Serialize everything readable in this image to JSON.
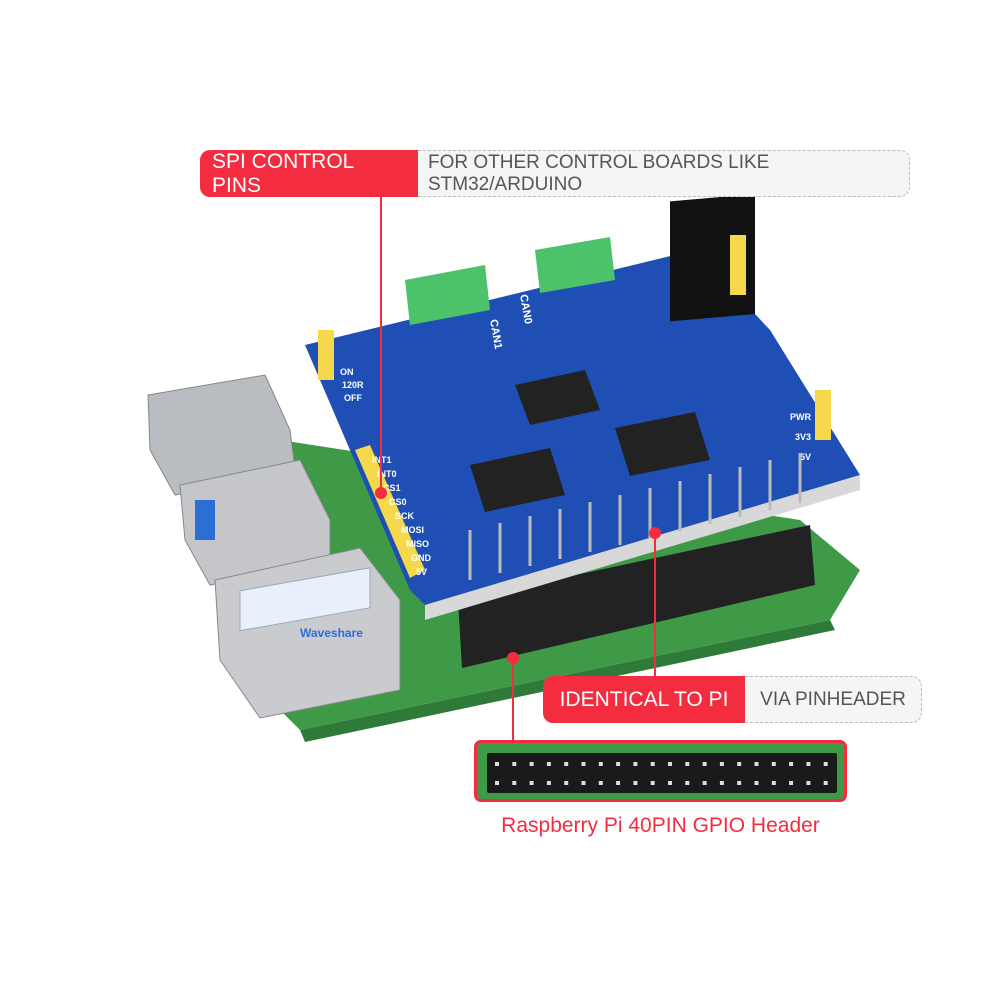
{
  "callouts": {
    "spi": {
      "title": "SPI CONTROL PINS",
      "desc": "FOR OTHER CONTROL BOARDS LIKE STM32/ARDUINO"
    },
    "pinheader": {
      "title": "IDENTICAL TO PI",
      "desc": "VIA PINHEADER"
    }
  },
  "gpio_caption": "Raspberry Pi 40PIN GPIO Header",
  "board_labels": {
    "can0": "CAN0",
    "can1": "CAN1",
    "spi_pins": [
      "INT1",
      "INT0",
      "CS1",
      "CS0",
      "SCK",
      "MOSI",
      "MISO",
      "GND",
      "5V"
    ],
    "termination": [
      "ON",
      "120R",
      "OFF"
    ],
    "power": [
      "PWR",
      "3V3",
      "5V"
    ],
    "brand": "Waveshare"
  },
  "colors": {
    "accent": "#f42c40",
    "hat_blue": "#1f4fb5",
    "pi_green": "#3f9a48",
    "callout_bg": "#f5f5f5"
  }
}
